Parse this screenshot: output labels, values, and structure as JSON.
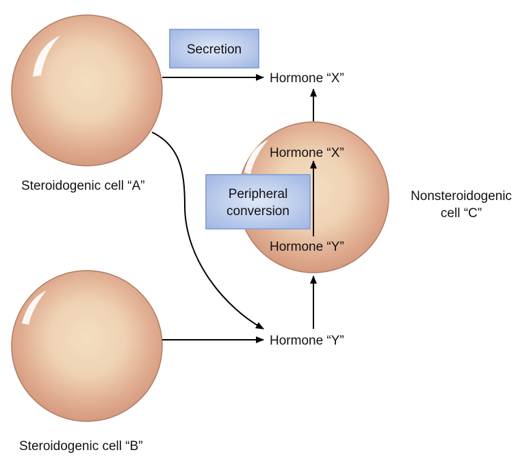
{
  "diagram": {
    "process_labels": {
      "secretion": "Secretion",
      "peripheral_line1": "Peripheral",
      "peripheral_line2": "conversion"
    },
    "cells": {
      "a": "Steroidogenic cell “A”",
      "b": "Steroidogenic cell “B”",
      "c_line1": "Nonsteroidogenic",
      "c_line2": "cell “C”"
    },
    "hormones": {
      "x_outside": "Hormone “X”",
      "x_inside": "Hormone “X”",
      "y_inside": "Hormone “Y”",
      "y_outside": "Hormone “Y”"
    },
    "colors": {
      "cell_outer": "#d9a285",
      "cell_inner": "#f1d9b9",
      "box_fill": "#a7bde6",
      "box_border": "#8ea6d6",
      "arrow": "#000000"
    }
  }
}
